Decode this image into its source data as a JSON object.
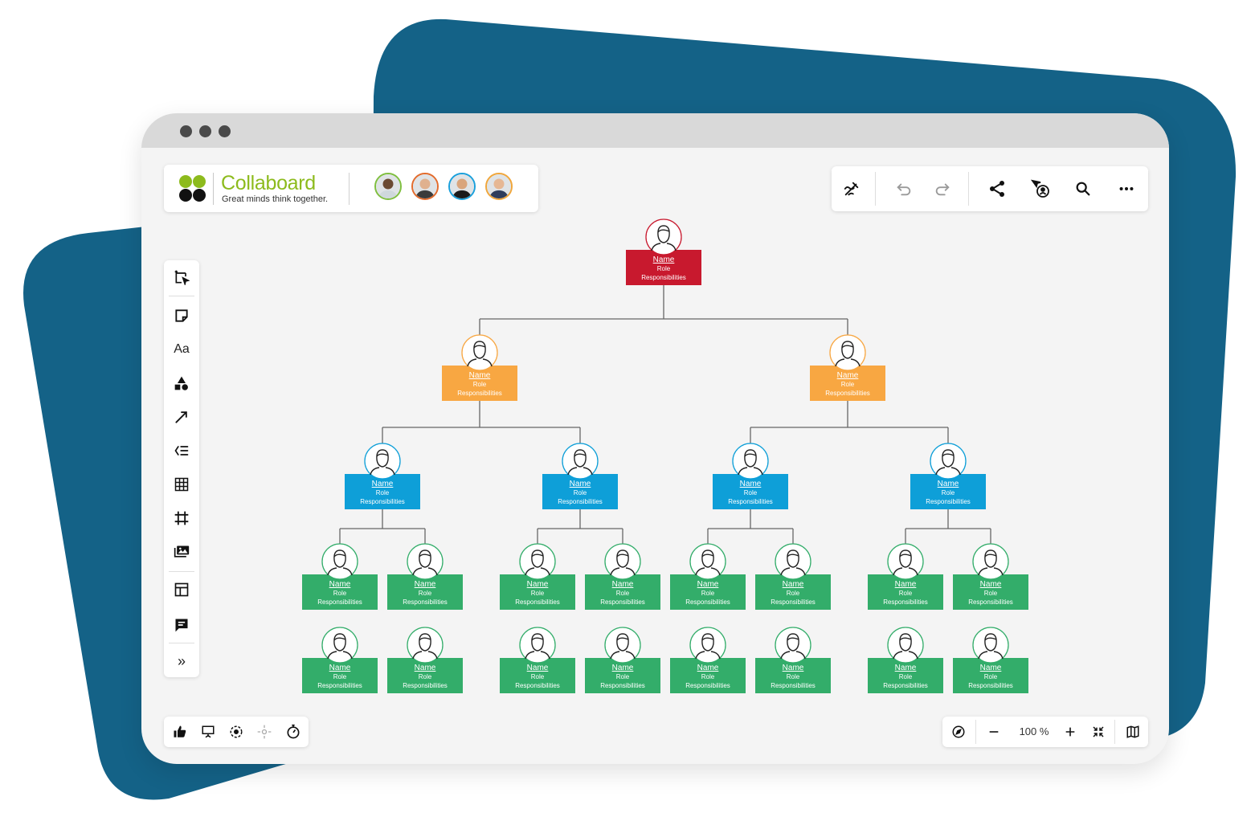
{
  "colors": {
    "backdrop": "#146287",
    "brand_green": "#8dbb1d",
    "level_colors": [
      "#c8192e",
      "#f8a742",
      "#0e9fd8",
      "#33ad6a"
    ]
  },
  "window": {
    "traffic_dots": [
      "dot",
      "dot",
      "dot"
    ]
  },
  "brand": {
    "name": "Collaboard",
    "tagline": "Great minds think together."
  },
  "collaborators": [
    {
      "name": "user-1",
      "ring": "#7fbf3f",
      "skin": "#6b4a33",
      "shirt": "#cfd8dc"
    },
    {
      "name": "user-2",
      "ring": "#e36b2c",
      "skin": "#e0b18f",
      "shirt": "#3b3b3b"
    },
    {
      "name": "user-3",
      "ring": "#1aa0dc",
      "skin": "#d9a57c",
      "shirt": "#1b1b1b"
    },
    {
      "name": "user-4",
      "ring": "#f0a63b",
      "skin": "#e6b793",
      "shirt": "#2f3d5c"
    }
  ],
  "top_toolbar": {
    "icons": [
      "magic-pen-icon",
      "undo-icon",
      "redo-icon",
      "share-icon",
      "follow-user-icon",
      "search-icon",
      "more-icon"
    ]
  },
  "left_toolbar": {
    "tools": [
      "select-frame-icon",
      "sticky-note-icon",
      "text-tool-icon",
      "shapes-icon",
      "connector-icon",
      "list-icon",
      "table-icon",
      "frame-icon",
      "media-icon",
      "templates-icon",
      "comments-icon",
      "expand-icon"
    ],
    "text_tool_label": "Aa",
    "expand_label": "»"
  },
  "bottom_left": {
    "icons": [
      "voting-icon",
      "presentation-icon",
      "focus-icon",
      "attention-icon",
      "timer-icon"
    ]
  },
  "bottom_right": {
    "zoom_label": "100 %",
    "icons": [
      "navigator-icon",
      "zoom-out-icon",
      "zoom-in-icon",
      "fit-to-screen-icon",
      "minimap-icon"
    ]
  },
  "org_chart": {
    "node_name": "Name",
    "node_role": "Role",
    "node_responsibilities": "Responsibilities",
    "levels": [
      1,
      2,
      4,
      16
    ],
    "tree": {
      "level": 0,
      "children": [
        {
          "level": 1,
          "children": [
            {
              "level": 2,
              "leaves_rows": 2,
              "leaves_cols": 2
            },
            {
              "level": 2,
              "leaves_rows": 2,
              "leaves_cols": 2
            }
          ]
        },
        {
          "level": 1,
          "children": [
            {
              "level": 2,
              "leaves_rows": 2,
              "leaves_cols": 2
            },
            {
              "level": 2,
              "leaves_rows": 2,
              "leaves_cols": 2
            }
          ]
        }
      ]
    }
  }
}
